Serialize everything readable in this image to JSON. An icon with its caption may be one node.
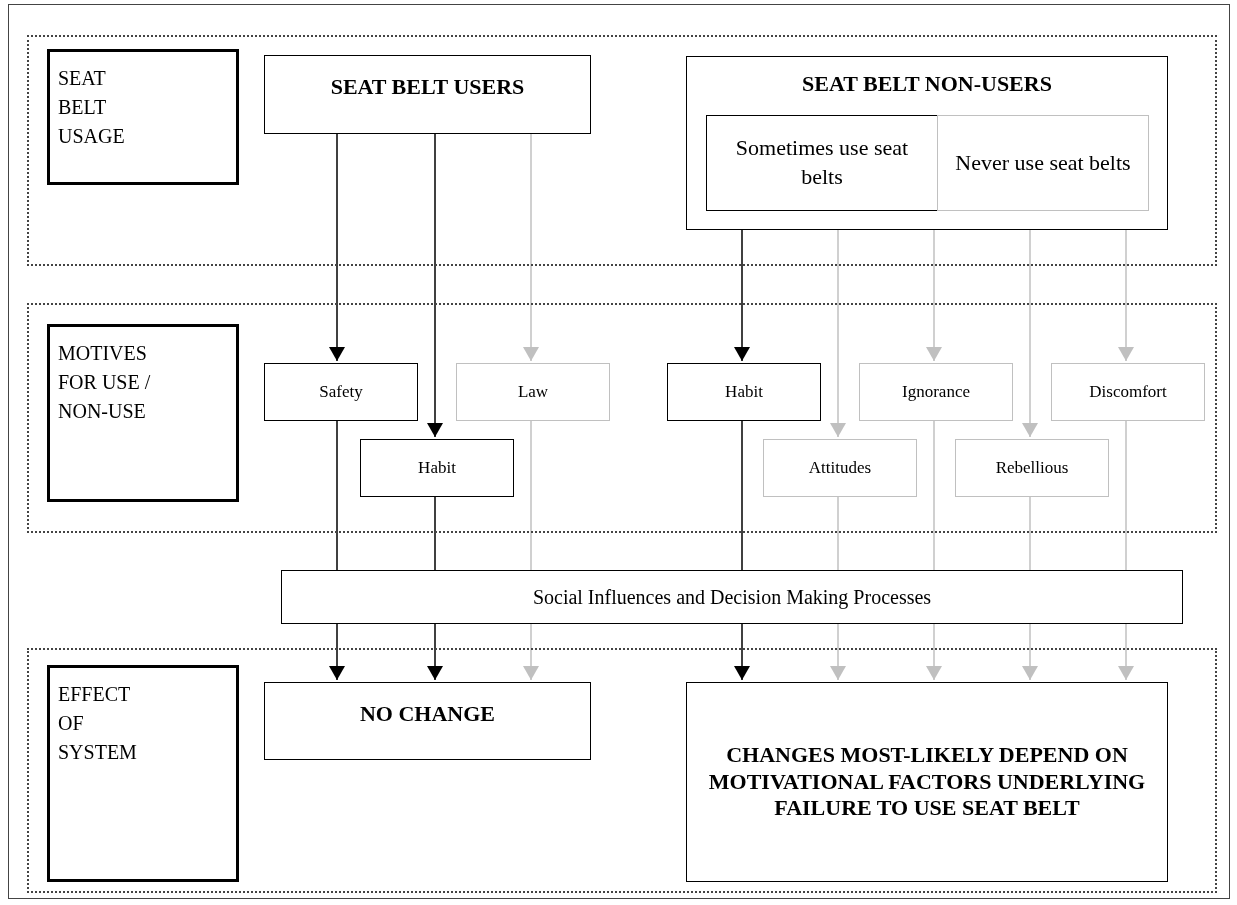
{
  "diagram": {
    "nodes": [
      {
        "text": [],
        "shape": "band"
      },
      {
        "text": [
          "SEAT BELT USAGE"
        ],
        "in": 0
      },
      {
        "text": [
          "SEAT BELT USERS"
        ],
        "in": 0
      },
      {
        "text": [
          "SEAT BELT NON-USERS"
        ],
        "in": 0
      },
      {
        "text": [
          "Sometimes use seat belts"
        ],
        "in": 3
      },
      {
        "text": [
          "Never use seat belts"
        ],
        "in": 3
      },
      {
        "text": [],
        "shape": "band"
      },
      {
        "text": [
          "MOTIVES FOR USE / NON-USE"
        ],
        "in": 6
      },
      {
        "text": [
          "Safety"
        ],
        "in": 6
      },
      {
        "text": [
          "Law"
        ],
        "in": 6
      },
      {
        "text": [
          "Habit"
        ],
        "in": 6
      },
      {
        "text": [
          "Ignorance"
        ],
        "in": 6
      },
      {
        "text": [
          "Discomfort"
        ],
        "in": 6
      },
      {
        "text": [
          "Habit"
        ],
        "in": 6
      },
      {
        "text": [
          "Attitudes"
        ],
        "in": 6
      },
      {
        "text": [
          "Rebellious"
        ],
        "in": 6
      },
      {
        "text": [
          "Social Influences and Decision Making Processes"
        ]
      },
      {
        "text": [],
        "shape": "band"
      },
      {
        "text": [
          "EFFECT OF SYSTEM"
        ],
        "in": 17
      },
      {
        "text": [
          "NO CHANGE"
        ],
        "in": 17
      },
      {
        "text": [
          "CHANGES MOST-LIKELY DEPEND ON MOTIVATIONAL FACTORS UNDERLYING FAILURE TO USE SEAT BELT"
        ],
        "in": 17
      }
    ],
    "edges": [
      {
        "from": 2,
        "to": 8,
        "arrow": "to",
        "color": "#000000"
      },
      {
        "from": 2,
        "to": 13,
        "arrow": "to",
        "color": "#000000"
      },
      {
        "from": 2,
        "to": 9,
        "arrow": "to"
      },
      {
        "from": 3,
        "to": 10,
        "arrow": "to",
        "color": "#000000"
      },
      {
        "from": 3,
        "to": 14,
        "arrow": "to"
      },
      {
        "from": 3,
        "to": 11,
        "arrow": "to"
      },
      {
        "from": 3,
        "to": 15,
        "arrow": "to"
      },
      {
        "from": 3,
        "to": 12,
        "arrow": "to"
      },
      {
        "from": 8,
        "to": 16,
        "arrow": "none",
        "color": "#000000"
      },
      {
        "from": 13,
        "to": 16,
        "arrow": "none",
        "color": "#000000"
      },
      {
        "from": 9,
        "to": 16,
        "arrow": "none"
      },
      {
        "from": 10,
        "to": 16,
        "arrow": "none",
        "color": "#000000"
      },
      {
        "from": 14,
        "to": 16,
        "arrow": "none"
      },
      {
        "from": 11,
        "to": 16,
        "arrow": "none"
      },
      {
        "from": 15,
        "to": 16,
        "arrow": "none"
      },
      {
        "from": 12,
        "to": 16,
        "arrow": "none"
      },
      {
        "from": 16,
        "to": 19,
        "arrow": "to",
        "color": "#000000"
      },
      {
        "from": 16,
        "to": 19,
        "arrow": "to",
        "color": "#000000"
      },
      {
        "from": 16,
        "to": 19,
        "arrow": "to"
      },
      {
        "from": 16,
        "to": 20,
        "arrow": "to",
        "color": "#000000"
      },
      {
        "from": 16,
        "to": 20,
        "arrow": "to"
      },
      {
        "from": 16,
        "to": 20,
        "arrow": "to"
      },
      {
        "from": 16,
        "to": 20,
        "arrow": "to"
      },
      {
        "from": 16,
        "to": 20,
        "arrow": "to"
      }
    ]
  }
}
